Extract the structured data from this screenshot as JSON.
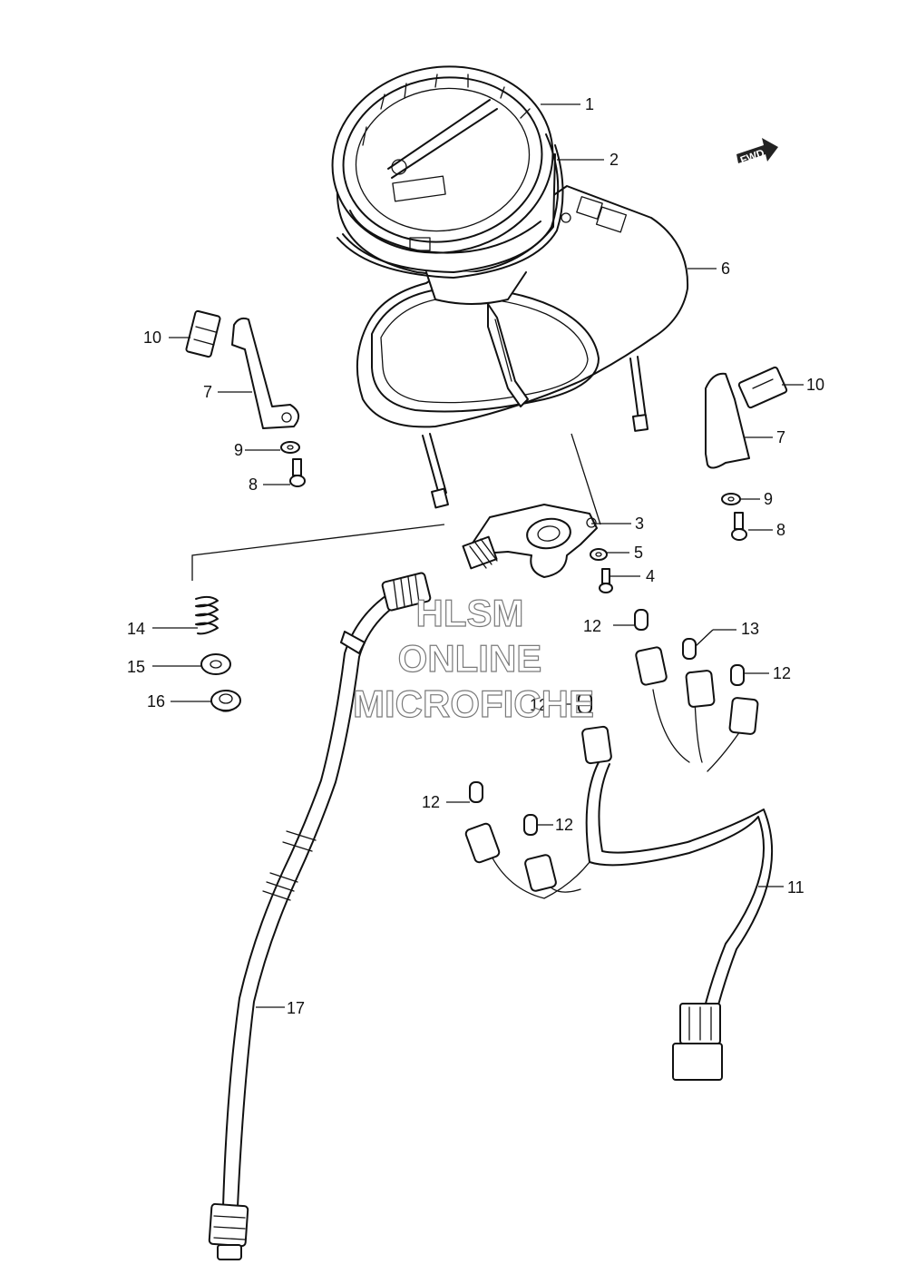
{
  "callouts": [
    {
      "id": "c1",
      "label": "1"
    },
    {
      "id": "c2",
      "label": "2"
    },
    {
      "id": "c3",
      "label": "3"
    },
    {
      "id": "c4",
      "label": "4"
    },
    {
      "id": "c5",
      "label": "5"
    },
    {
      "id": "c6",
      "label": "6"
    },
    {
      "id": "c7a",
      "label": "7"
    },
    {
      "id": "c7b",
      "label": "7"
    },
    {
      "id": "c8a",
      "label": "8"
    },
    {
      "id": "c8b",
      "label": "8"
    },
    {
      "id": "c9a",
      "label": "9"
    },
    {
      "id": "c9b",
      "label": "9"
    },
    {
      "id": "c10a",
      "label": "10"
    },
    {
      "id": "c10b",
      "label": "10"
    },
    {
      "id": "c11",
      "label": "11"
    },
    {
      "id": "c12a",
      "label": "12"
    },
    {
      "id": "c12b",
      "label": "12"
    },
    {
      "id": "c12c",
      "label": "12"
    },
    {
      "id": "c12d",
      "label": "12"
    },
    {
      "id": "c12e",
      "label": "12"
    },
    {
      "id": "c13",
      "label": "13"
    },
    {
      "id": "c14",
      "label": "14"
    },
    {
      "id": "c15",
      "label": "15"
    },
    {
      "id": "c16",
      "label": "16"
    },
    {
      "id": "c17",
      "label": "17"
    }
  ],
  "fwd_label": "FWD",
  "watermark": {
    "line1": "HLSM",
    "line2": "ONLINE",
    "line3": "MICROFICHE"
  }
}
